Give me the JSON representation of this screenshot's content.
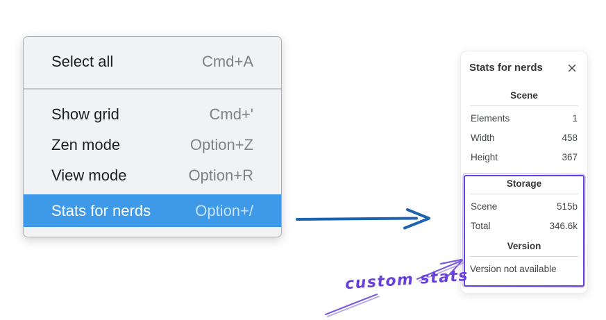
{
  "menu": {
    "items": [
      {
        "label": "Select all",
        "shortcut": "Cmd+A",
        "highlighted": false
      },
      {
        "label": "Show grid",
        "shortcut": "Cmd+'",
        "highlighted": false
      },
      {
        "label": "Zen mode",
        "shortcut": "Option+Z",
        "highlighted": false
      },
      {
        "label": "View mode",
        "shortcut": "Option+R",
        "highlighted": false
      },
      {
        "label": "Stats for nerds",
        "shortcut": "Option+/",
        "highlighted": true
      }
    ],
    "highlight_color": "#3e9ae9",
    "background_color": "#f0f2f3"
  },
  "stats_panel": {
    "title": "Stats for nerds",
    "close_icon": "×",
    "sections": [
      {
        "heading": "Scene",
        "rows": [
          {
            "label": "Elements",
            "value": "1"
          },
          {
            "label": "Width",
            "value": "458"
          },
          {
            "label": "Height",
            "value": "367"
          }
        ]
      },
      {
        "heading": "Storage",
        "rows": [
          {
            "label": "Scene",
            "value": "515b"
          },
          {
            "label": "Total",
            "value": "346.6k"
          }
        ]
      },
      {
        "heading": "Version",
        "message": "Version not available"
      }
    ]
  },
  "annotations": {
    "custom_stats_label": "custom stats",
    "accent_purple": "#6741d9",
    "arrow_blue": "#1e63b0"
  }
}
